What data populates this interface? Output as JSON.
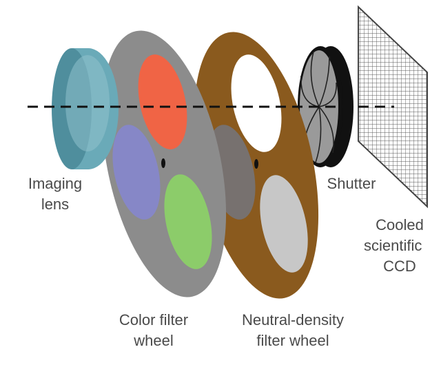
{
  "labels": {
    "imaging_lens": [
      "Imaging",
      "lens"
    ],
    "color_filter_wheel": [
      "Color filter",
      "wheel"
    ],
    "nd_filter_wheel": [
      "Neutral-density",
      "filter wheel"
    ],
    "shutter": [
      "Shutter"
    ],
    "ccd": [
      "Cooled",
      "scientific",
      "CCD"
    ]
  },
  "colors": {
    "lens_face": "#8fc1cc",
    "lens_side": "#5e9fae",
    "color_wheel": "#8c8c8c",
    "red_filter": "#f06445",
    "blue_filter": "#8687c7",
    "green_filter": "#8ccc6a",
    "nd_wheel": "#8a5a1e",
    "nd_dark": "#77716f",
    "nd_light": "#c7c7c7",
    "shutter_body": "#111111",
    "shutter_blades": "#9a9a9a",
    "ccd_grid": "#555555"
  }
}
